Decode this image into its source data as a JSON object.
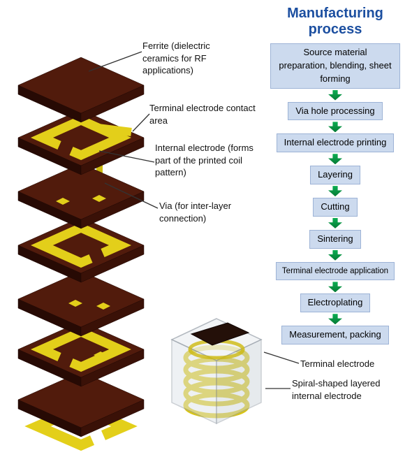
{
  "flowchart": {
    "title": "Manufacturing process",
    "steps": [
      "Source material preparation, blending, sheet forming",
      "Via hole processing",
      "Internal electrode printing",
      "Layering",
      "Cutting",
      "Sintering",
      "Terminal electrode application",
      "Electroplating",
      "Measurement, packing"
    ]
  },
  "stack_labels": {
    "ferrite": "Ferrite (dielectric ceramics for RF applications)",
    "terminal_contact": "Terminal electrode contact area",
    "internal_electrode": "Internal electrode (forms part of the printed coil pattern)",
    "via": "Via (for inter-layer connection)"
  },
  "component_labels": {
    "terminal_electrode": "Terminal electrode",
    "spiral_electrode": "Spiral-shaped layered internal electrode"
  },
  "icons": {
    "flow_arrow": "green-down-arrow"
  },
  "colors": {
    "flow_box_bg": "#ccdaee",
    "flow_title_blue": "#1c4fa0",
    "arrow_green": "#089a44",
    "ferrite_brown": "#511b0c",
    "electrode_yellow": "#e3cf1a",
    "background": "#ffffff"
  }
}
